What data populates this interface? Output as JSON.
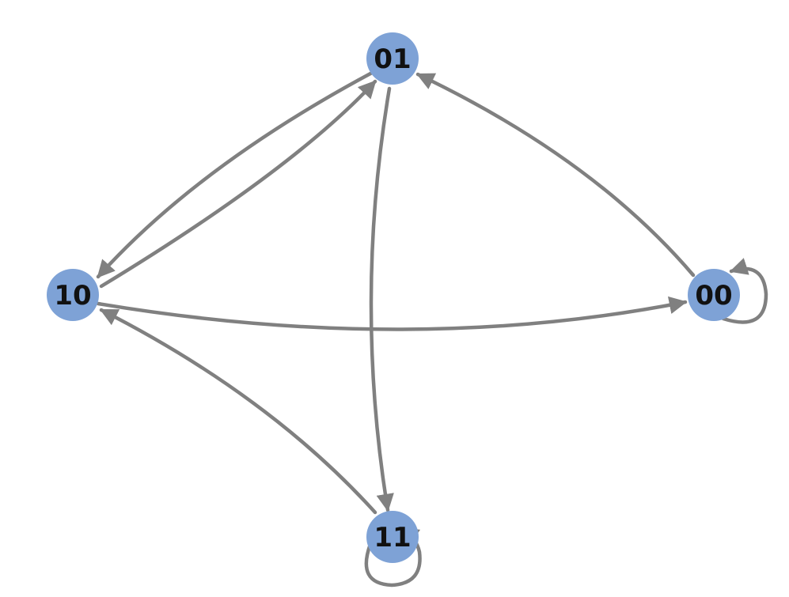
{
  "diagram": {
    "colors": {
      "node": "#7ea2d6",
      "edge": "#808080",
      "label": "#111111",
      "background": "#ffffff"
    },
    "nodes": [
      {
        "id": "01",
        "label": "01"
      },
      {
        "id": "10",
        "label": "10"
      },
      {
        "id": "00",
        "label": "00"
      },
      {
        "id": "11",
        "label": "11"
      }
    ],
    "edges": [
      {
        "from": "01",
        "to": "10"
      },
      {
        "from": "10",
        "to": "01"
      },
      {
        "from": "00",
        "to": "01"
      },
      {
        "from": "01",
        "to": "11"
      },
      {
        "from": "10",
        "to": "00"
      },
      {
        "from": "11",
        "to": "10"
      },
      {
        "from": "00",
        "to": "00"
      },
      {
        "from": "11",
        "to": "11"
      }
    ]
  }
}
